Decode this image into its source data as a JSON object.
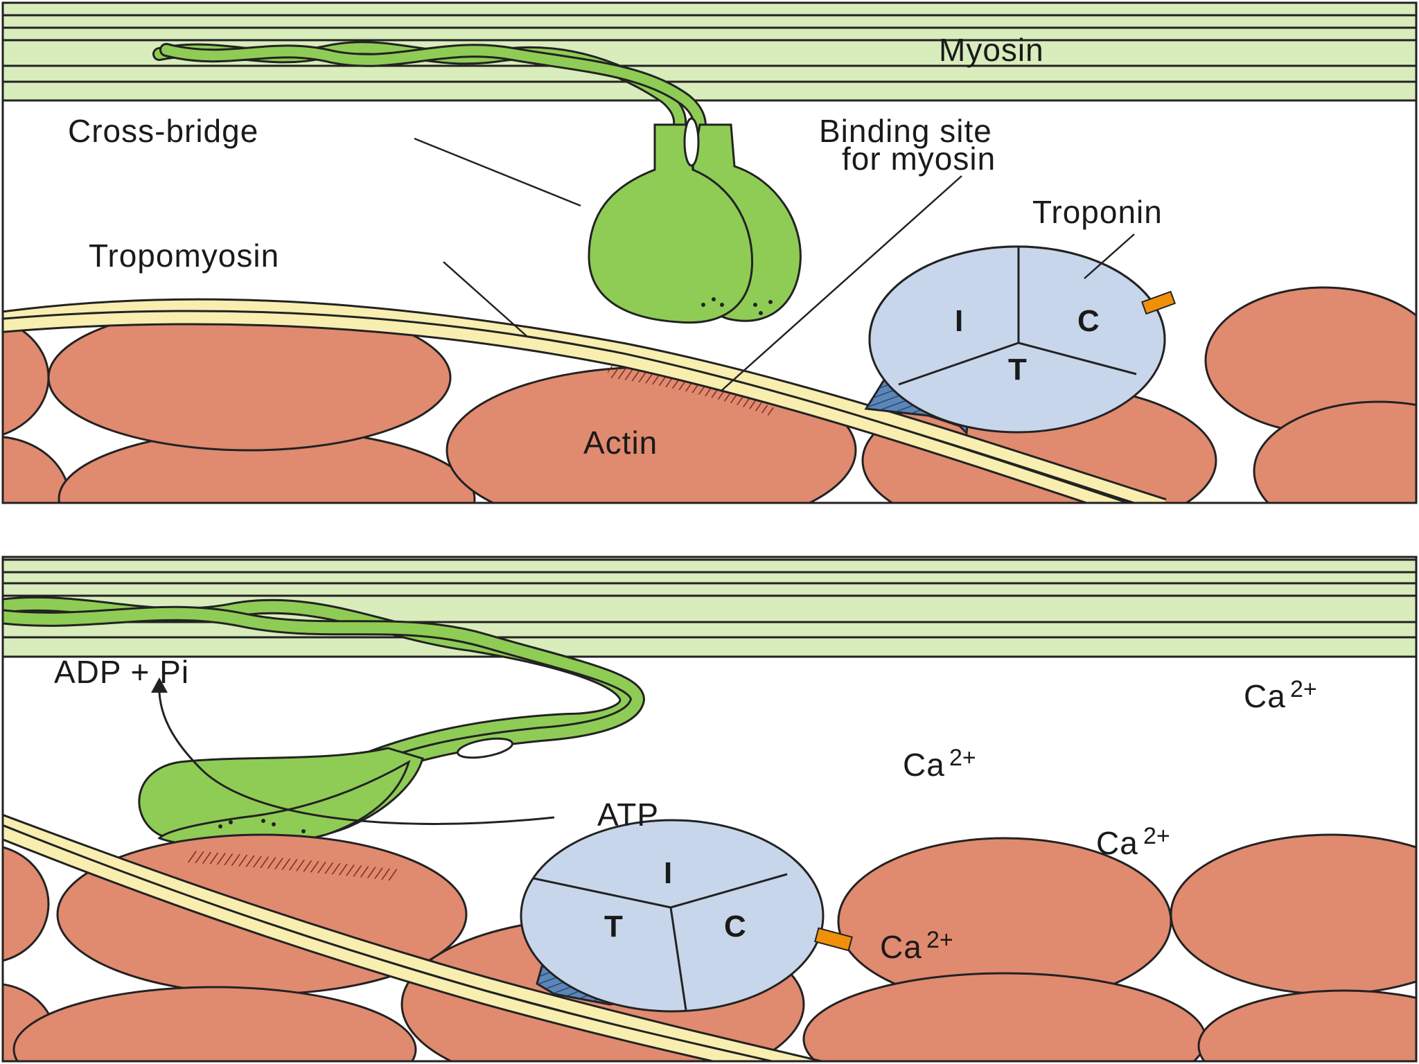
{
  "panel_top": {
    "labels": {
      "myosin": "Myosin",
      "cross_bridge": "Cross-bridge",
      "binding_site_line1": "Binding site",
      "binding_site_line2": "for myosin",
      "troponin": "Troponin",
      "tropomyosin": "Tropomyosin",
      "actin": "Actin"
    },
    "troponin_segments": {
      "i": "I",
      "c": "C",
      "t": "T"
    }
  },
  "panel_bottom": {
    "labels": {
      "adp_pi": "ADP + Pi",
      "atp": "ATP",
      "ca_base": "Ca",
      "ca_charge": "2+"
    },
    "troponin_segments": {
      "i": "I",
      "c": "C",
      "t": "T"
    }
  },
  "colors": {
    "myosin_fill": "#d9ecbc",
    "myosin_head": "#8fcc55",
    "actin": "#e08a70",
    "tropomyosin": "#f7eeb0",
    "troponin": "#c7d6ea",
    "troponin_link": "#5c86b8",
    "calcium_tag": "#f0900a"
  }
}
